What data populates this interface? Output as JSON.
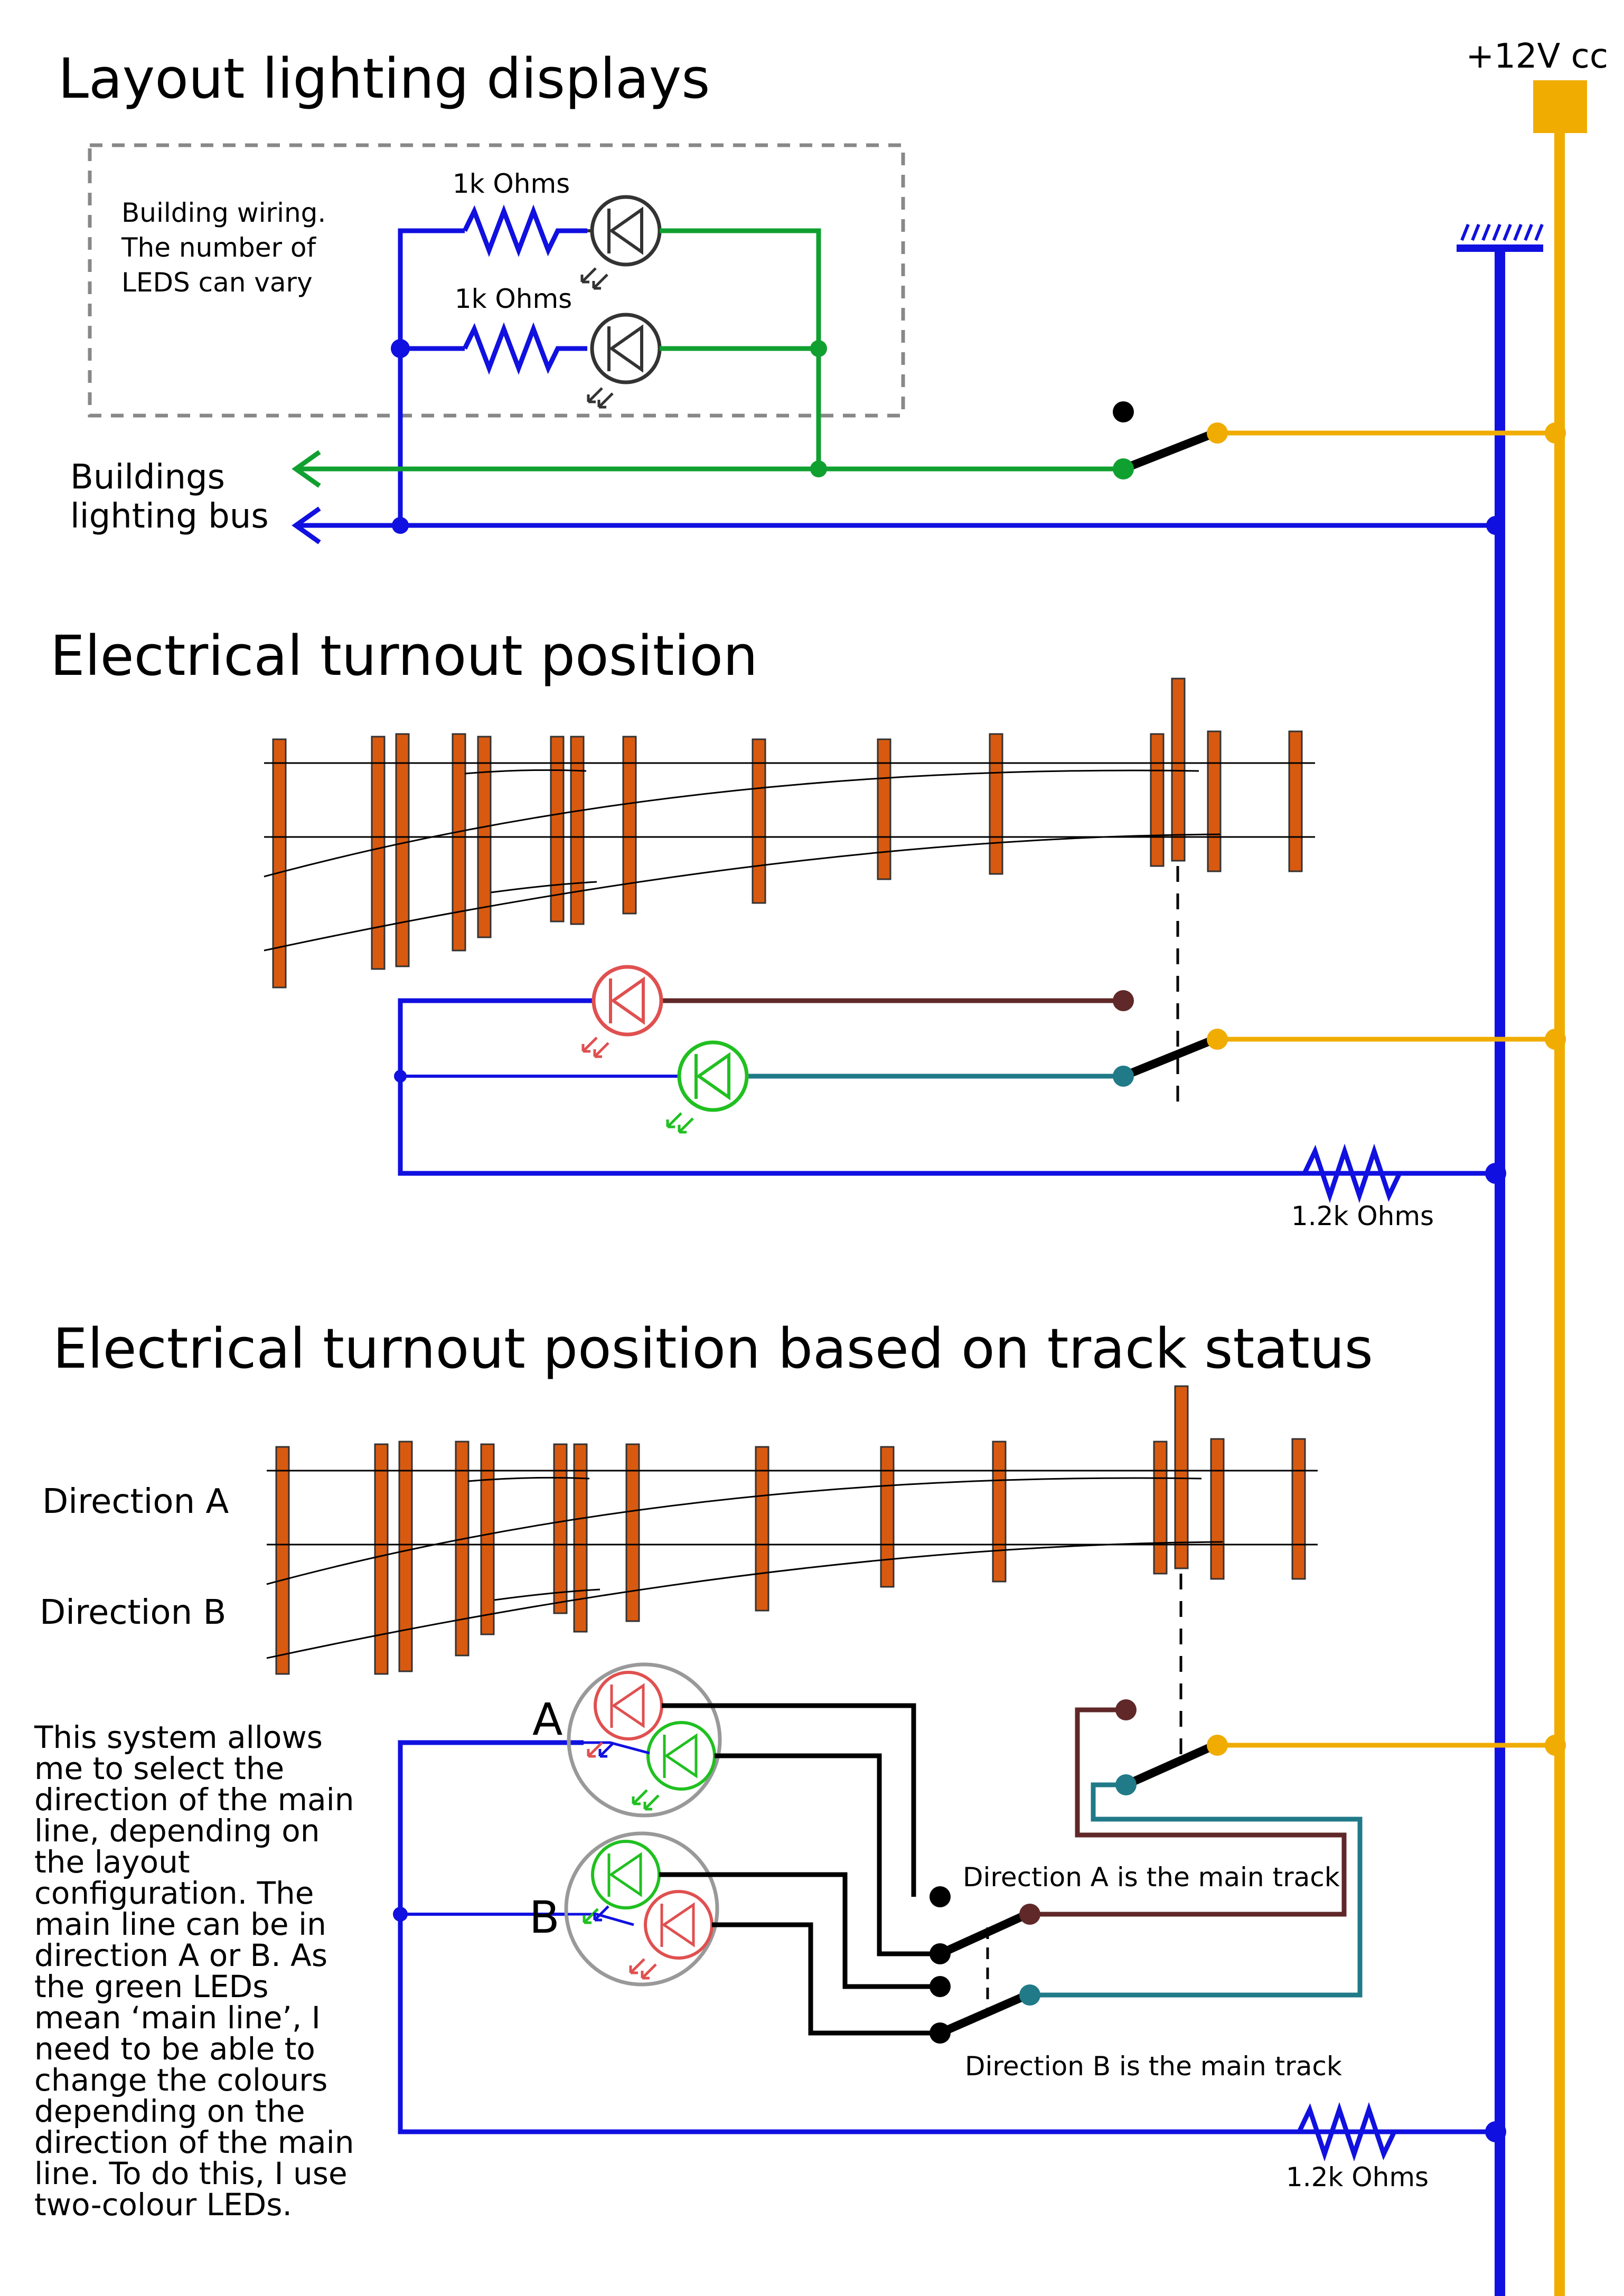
{
  "titles": {
    "section1": "Layout lighting displays",
    "section2": "Electrical turnout position",
    "section3": "Electrical turnout position based on track status"
  },
  "supply": {
    "voltage_label": "+12V cc",
    "colors": {
      "positive": "#f0ac00",
      "ground": "#1010e0"
    }
  },
  "building": {
    "note_lines": [
      "Building wiring.",
      "The number of",
      "LEDS can vary"
    ],
    "resistor_1": "1k Ohms",
    "resistor_2": "1k Ohms",
    "bus_lines": [
      "Buildings",
      "lighting bus"
    ]
  },
  "turnout": {
    "resistor": "1.2k Ohms",
    "led_colors": {
      "red": "#e05050",
      "green": "#20c020"
    }
  },
  "track_status": {
    "direction_a": "Direction A",
    "direction_b": "Direction B",
    "led_letter_a": "A",
    "led_letter_b": "B",
    "switch_a_label": "Direction A is the main track",
    "switch_b_label": "Direction B is the main track",
    "resistor": "1.2k Ohms",
    "explanation_lines": [
      "This system allows",
      "me to select the",
      "direction of the main",
      "line, depending on",
      "the layout",
      "configuration. The",
      "main line can be in",
      "direction A or B. As",
      "the green LEDs",
      "mean ‘main line’, I",
      "need to be able to",
      "change the colours",
      "depending on the",
      "direction of the main",
      "line. To do this, I use",
      "two-colour LEDs."
    ]
  }
}
